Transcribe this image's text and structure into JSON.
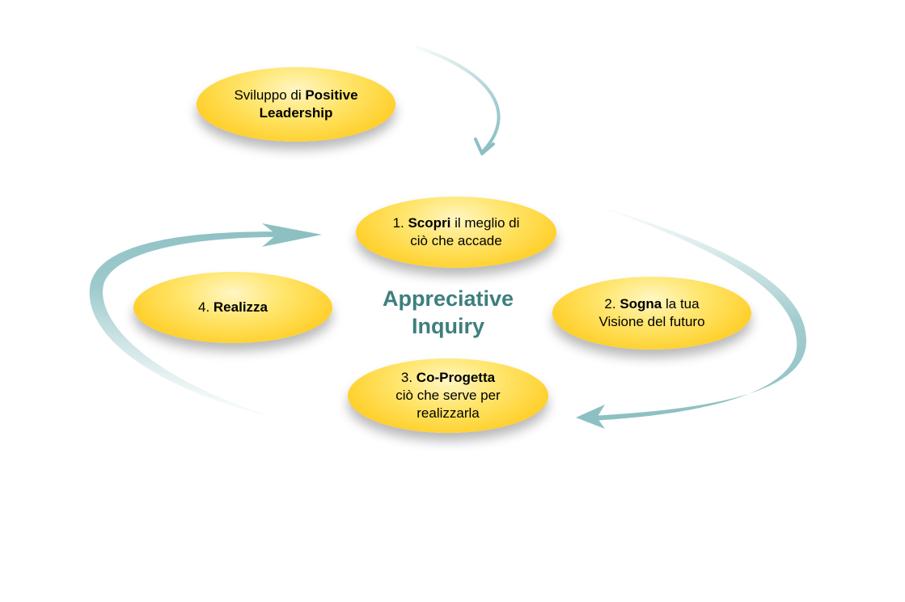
{
  "title": [
    "Appreciative",
    "Inquiry"
  ],
  "intro_node": {
    "lines": [
      [
        {
          "text": "Sviluppo di ",
          "bold": false
        },
        {
          "text": "Positive",
          "bold": true
        }
      ],
      [
        {
          "text": "Leadership",
          "bold": true
        }
      ]
    ]
  },
  "steps": [
    {
      "lines": [
        [
          {
            "text": "1. ",
            "bold": false
          },
          {
            "text": "Scopri",
            "bold": true
          },
          {
            "text": " il meglio di",
            "bold": false
          }
        ],
        [
          {
            "text": "ciò che accade",
            "bold": false
          }
        ]
      ]
    },
    {
      "lines": [
        [
          {
            "text": "2. ",
            "bold": false
          },
          {
            "text": "Sogna",
            "bold": true
          },
          {
            "text": " la tua",
            "bold": false
          }
        ],
        [
          {
            "text": "Visione del futuro",
            "bold": false
          }
        ]
      ]
    },
    {
      "lines": [
        [
          {
            "text": "3. ",
            "bold": false
          },
          {
            "text": "Co-Progetta",
            "bold": true
          }
        ],
        [
          {
            "text": "ciò che serve per",
            "bold": false
          }
        ],
        [
          {
            "text": "realizzarla",
            "bold": false
          }
        ]
      ]
    },
    {
      "lines": [
        [
          {
            "text": "4. ",
            "bold": false
          },
          {
            "text": "Realizza",
            "bold": true
          }
        ]
      ]
    }
  ],
  "colors": {
    "arrow": "#8cc0c3",
    "title": "#3d7f7c",
    "node_fill": "#ffd84a"
  }
}
